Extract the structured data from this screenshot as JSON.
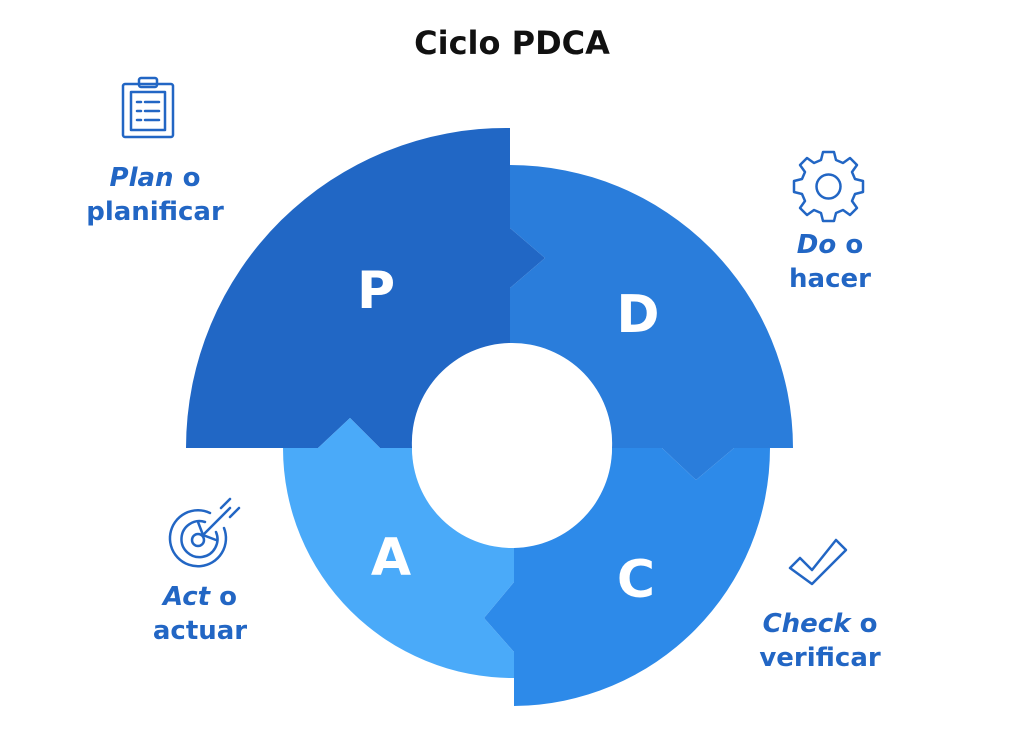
{
  "title": "Ciclo PDCA",
  "colors": {
    "plan": "#2167c5",
    "do": "#2a7ddb",
    "check": "#2d8ae9",
    "act": "#4aaaf9",
    "accent": "#2266c4"
  },
  "segments": [
    {
      "letter": "P",
      "name": "plan"
    },
    {
      "letter": "D",
      "name": "do"
    },
    {
      "letter": "C",
      "name": "check"
    },
    {
      "letter": "A",
      "name": "act"
    }
  ],
  "captions": {
    "plan": {
      "keyword": "Plan",
      "connector": "o",
      "meaning": "planificar",
      "icon": "clipboard-icon"
    },
    "do": {
      "keyword": "Do",
      "connector": "o",
      "meaning": "hacer",
      "icon": "gear-icon"
    },
    "check": {
      "keyword": "Check",
      "connector": "o",
      "meaning": "verificar",
      "icon": "checkmark-icon"
    },
    "act": {
      "keyword": "Act",
      "connector": "o",
      "meaning": "actuar",
      "icon": "target-arrow-icon"
    }
  }
}
